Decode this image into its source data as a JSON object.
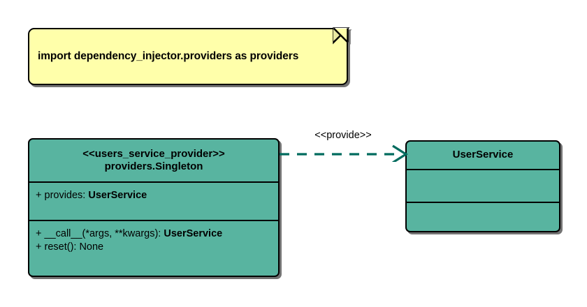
{
  "diagram": {
    "type": "uml-class-diagram",
    "colors": {
      "note_fill": "#ffffaa",
      "class_fill": "#58b4a0",
      "border": "#000000",
      "connector": "#006b5e",
      "background": "#ffffff"
    }
  },
  "note": {
    "text": "import dependency_injector.providers as providers"
  },
  "classes": [
    {
      "id": "users_service_provider",
      "stereotype": "<<users_service_provider>>",
      "name": "providers.Singleton",
      "attributes": [
        {
          "visibility": "+",
          "text": "provides: ",
          "type": "UserService"
        }
      ],
      "operations": [
        {
          "visibility": "+",
          "text": "__call__(*args, **kwargs): ",
          "type": "UserService"
        },
        {
          "visibility": "+",
          "text": "reset(): None",
          "type": ""
        }
      ]
    },
    {
      "id": "user_service",
      "stereotype": "",
      "name": "UserService",
      "attributes": [],
      "operations": []
    }
  ],
  "connector": {
    "label": "<<provide>>",
    "kind": "dependency",
    "line_style": "dashed",
    "arrowhead": "open",
    "source": "users_service_provider",
    "target": "user_service"
  }
}
